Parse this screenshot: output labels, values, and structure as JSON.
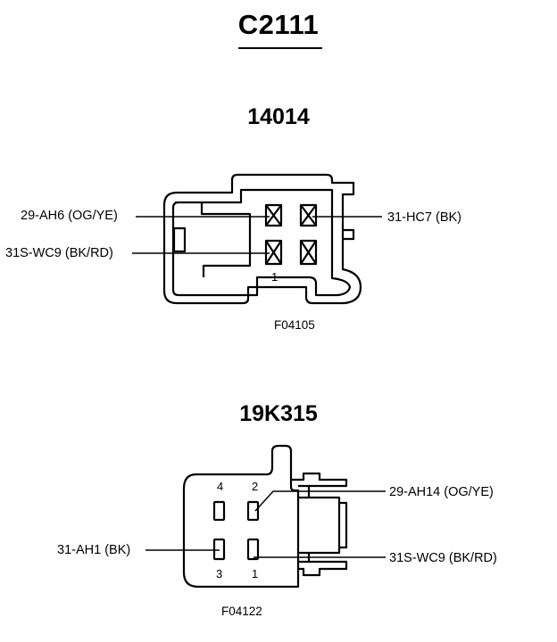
{
  "title": "C2111",
  "connector_a": {
    "name": "14014",
    "wires": {
      "top_left": "29-AH6 (OG/YE)",
      "bottom_left": "31S-WC9 (BK/RD)",
      "top_right": "31-HC7 (BK)"
    },
    "pin_label": "1",
    "figure_id": "F04105"
  },
  "connector_b": {
    "name": "19K315",
    "wires": {
      "top_right": "29-AH14 (OG/YE)",
      "bottom_left": "31-AH1 (BK)",
      "bottom_right": "31S-WC9 (BK/RD)"
    },
    "pin_labels": {
      "top_left": "4",
      "top_right": "2",
      "bottom_left": "3",
      "bottom_right": "1"
    },
    "figure_id": "F04122"
  }
}
